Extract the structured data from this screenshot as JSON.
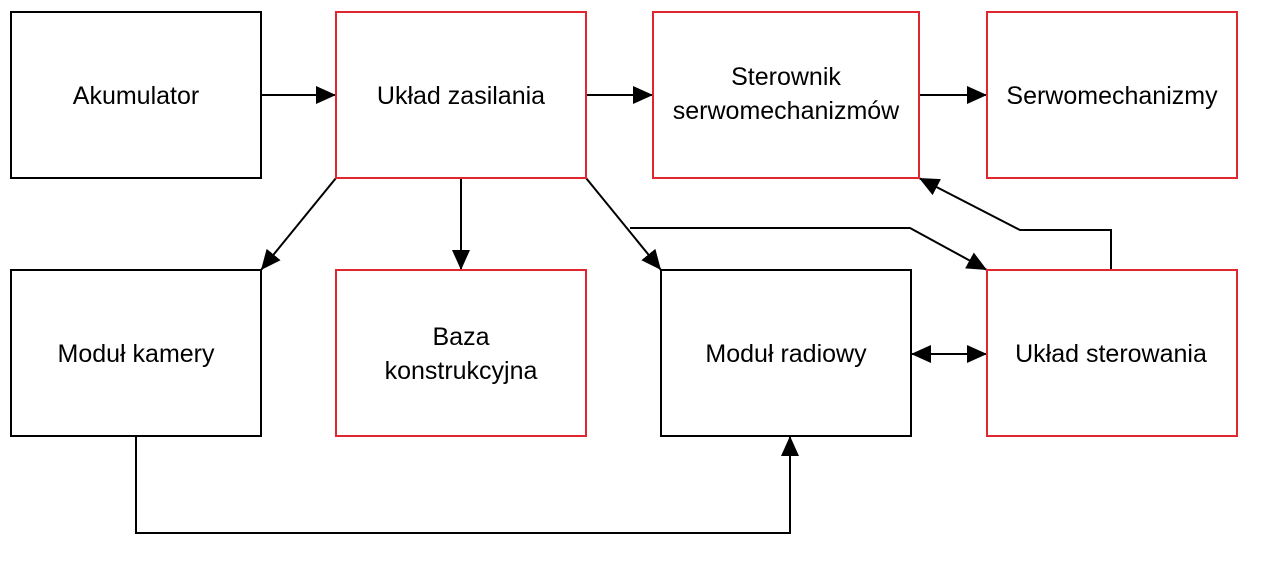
{
  "colors": {
    "normal_border": "#000000",
    "highlight_border": "#e0262f",
    "arrow": "#000000",
    "background": "#ffffff"
  },
  "blocks": {
    "akumulator": {
      "label": "Akumulator",
      "highlighted": false
    },
    "uklad_zasilania": {
      "label": "Układ zasilania",
      "highlighted": true
    },
    "sterownik": {
      "label_line1": "Sterownik",
      "label_line2": "serwomechanizmów",
      "highlighted": true
    },
    "serwomechanizmy": {
      "label": "Serwomechanizmy",
      "highlighted": true
    },
    "modul_kamery": {
      "label": "Moduł kamery",
      "highlighted": false
    },
    "baza": {
      "label_line1": "Baza",
      "label_line2": "konstrukcyjna",
      "highlighted": true
    },
    "modul_radiowy": {
      "label": "Moduł radiowy",
      "highlighted": false
    },
    "uklad_sterowania": {
      "label": "Układ sterowania",
      "highlighted": true
    }
  },
  "connections": [
    {
      "from": "Akumulator",
      "to": "Układ zasilania",
      "direction": "forward"
    },
    {
      "from": "Układ zasilania",
      "to": "Sterownik serwomechanizmów",
      "direction": "forward"
    },
    {
      "from": "Sterownik serwomechanizmów",
      "to": "Serwomechanizmy",
      "direction": "forward"
    },
    {
      "from": "Układ zasilania",
      "to": "Moduł kamery",
      "direction": "forward"
    },
    {
      "from": "Układ zasilania",
      "to": "Baza konstrukcyjna",
      "direction": "forward"
    },
    {
      "from": "Układ zasilania",
      "to": "Moduł radiowy",
      "direction": "forward"
    },
    {
      "from": "Układ zasilania",
      "to": "Układ sterowania",
      "direction": "forward"
    },
    {
      "from": "Układ sterowania",
      "to": "Sterownik serwomechanizmów",
      "direction": "forward"
    },
    {
      "from": "Moduł radiowy",
      "to": "Układ sterowania",
      "direction": "bidirectional"
    },
    {
      "from": "Moduł kamery",
      "to": "Moduł radiowy",
      "direction": "forward"
    }
  ]
}
